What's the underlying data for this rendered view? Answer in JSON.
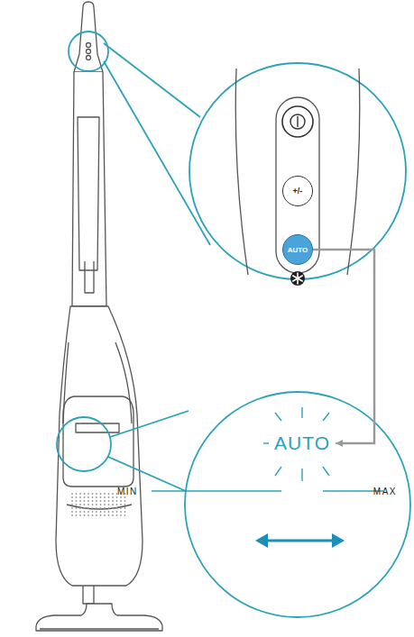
{
  "diagram": {
    "nodes": [
      {
        "text": [
          "+/-"
        ]
      },
      {
        "text": [
          "AUTO"
        ]
      },
      {
        "text": [
          "AUTO"
        ]
      }
    ],
    "edges": [
      {
        "from": 1,
        "to": 2,
        "arrow": "to"
      }
    ],
    "labels": [
      "MIN",
      "MAX"
    ]
  }
}
